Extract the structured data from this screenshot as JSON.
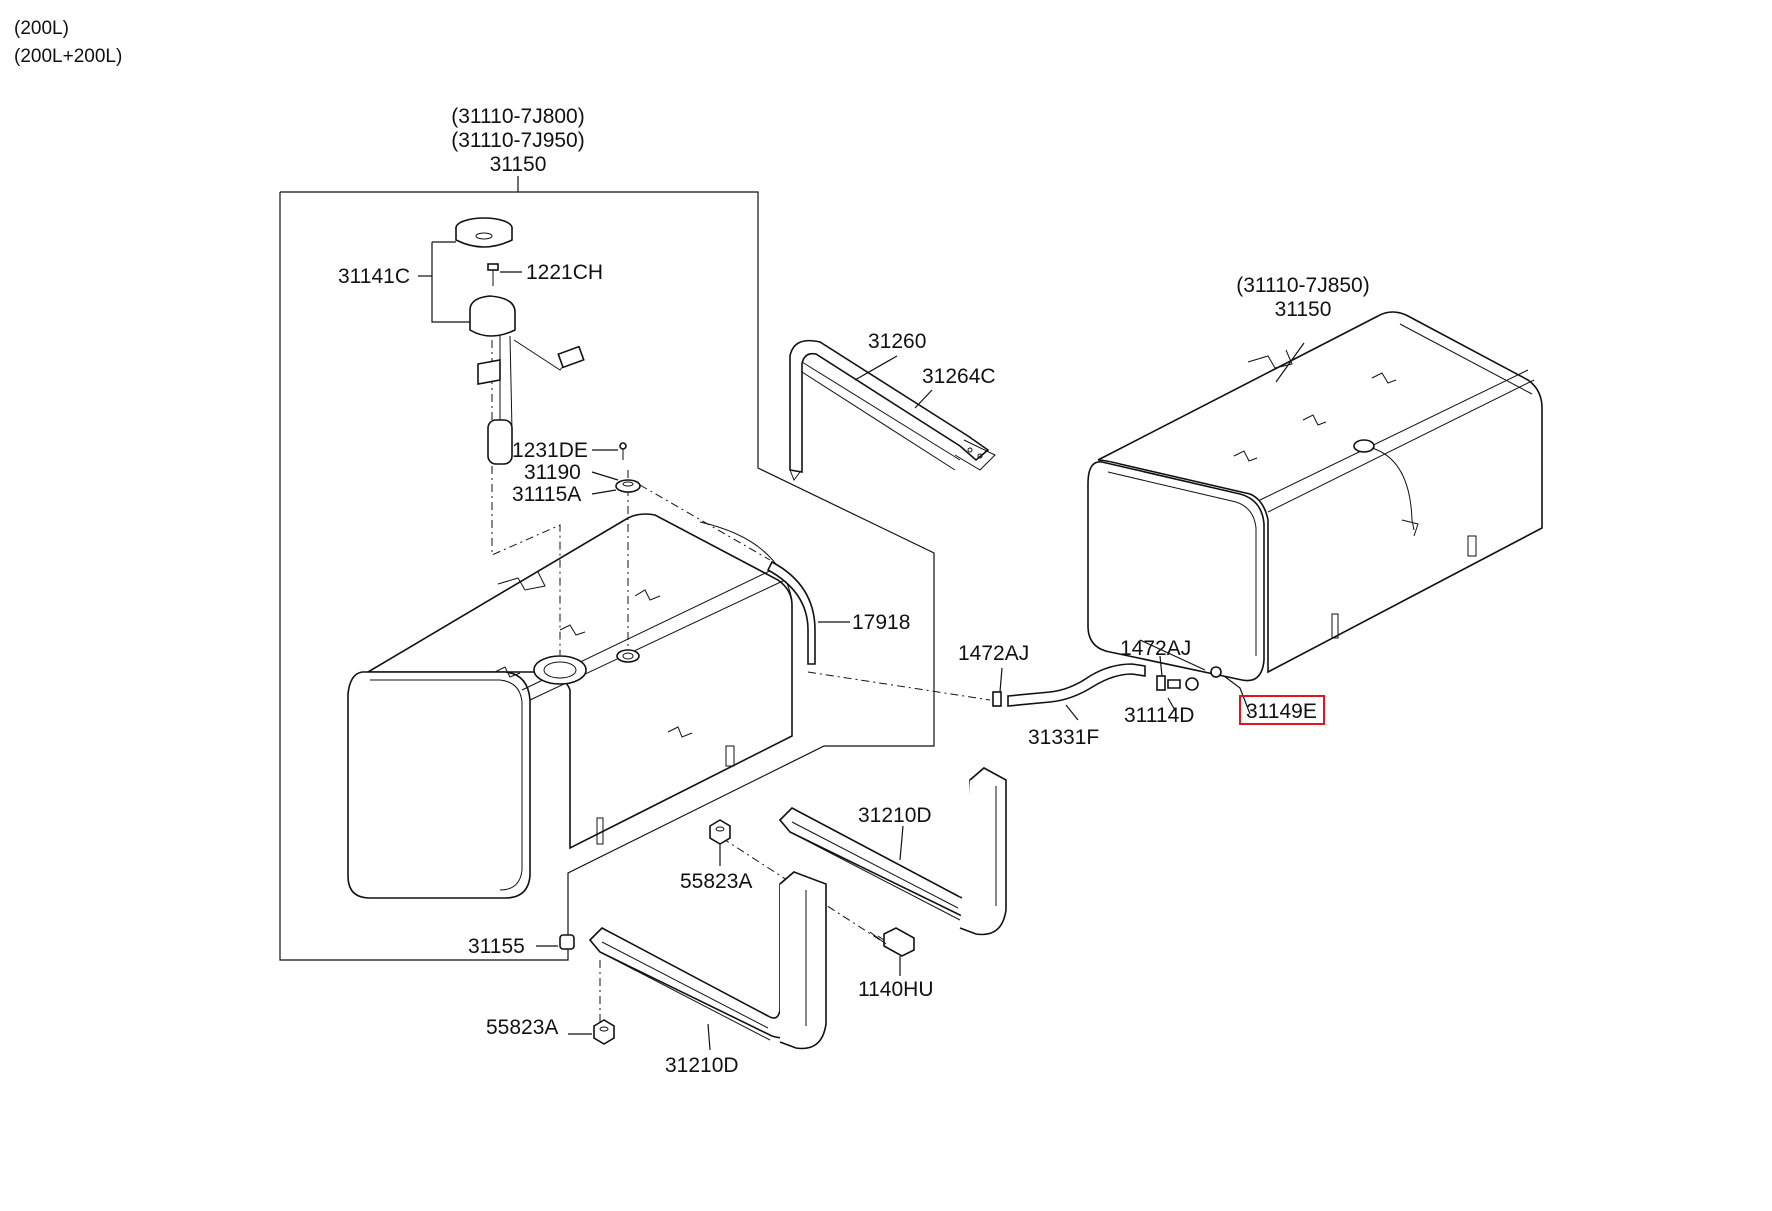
{
  "header": {
    "line1": "(200L)",
    "line2": "(200L+200L)"
  },
  "labels": {
    "assy_left_1": "(31110-7J800)",
    "assy_left_2": "(31110-7J950)",
    "assy_left_3": "31150",
    "assy_right_1": "(31110-7J850)",
    "assy_right_2": "31150",
    "p31141C": "31141C",
    "p1221CH": "1221CH",
    "p1231DE": "1231DE",
    "p31190": "31190",
    "p31115A": "31115A",
    "p31260": "31260",
    "p31264C": "31264C",
    "p17918": "17918",
    "p1472AJ_left": "1472AJ",
    "p1472AJ_right": "1472AJ",
    "p31331F": "31331F",
    "p31114D": "31114D",
    "p31149E": "31149E",
    "p31210D_top": "31210D",
    "p31210D_bottom": "31210D",
    "p55823A_top": "55823A",
    "p55823A_bottom": "55823A",
    "p1140HU": "1140HU",
    "p31155": "31155"
  },
  "highlight": {
    "part": "31149E",
    "color": "#e0141e"
  }
}
